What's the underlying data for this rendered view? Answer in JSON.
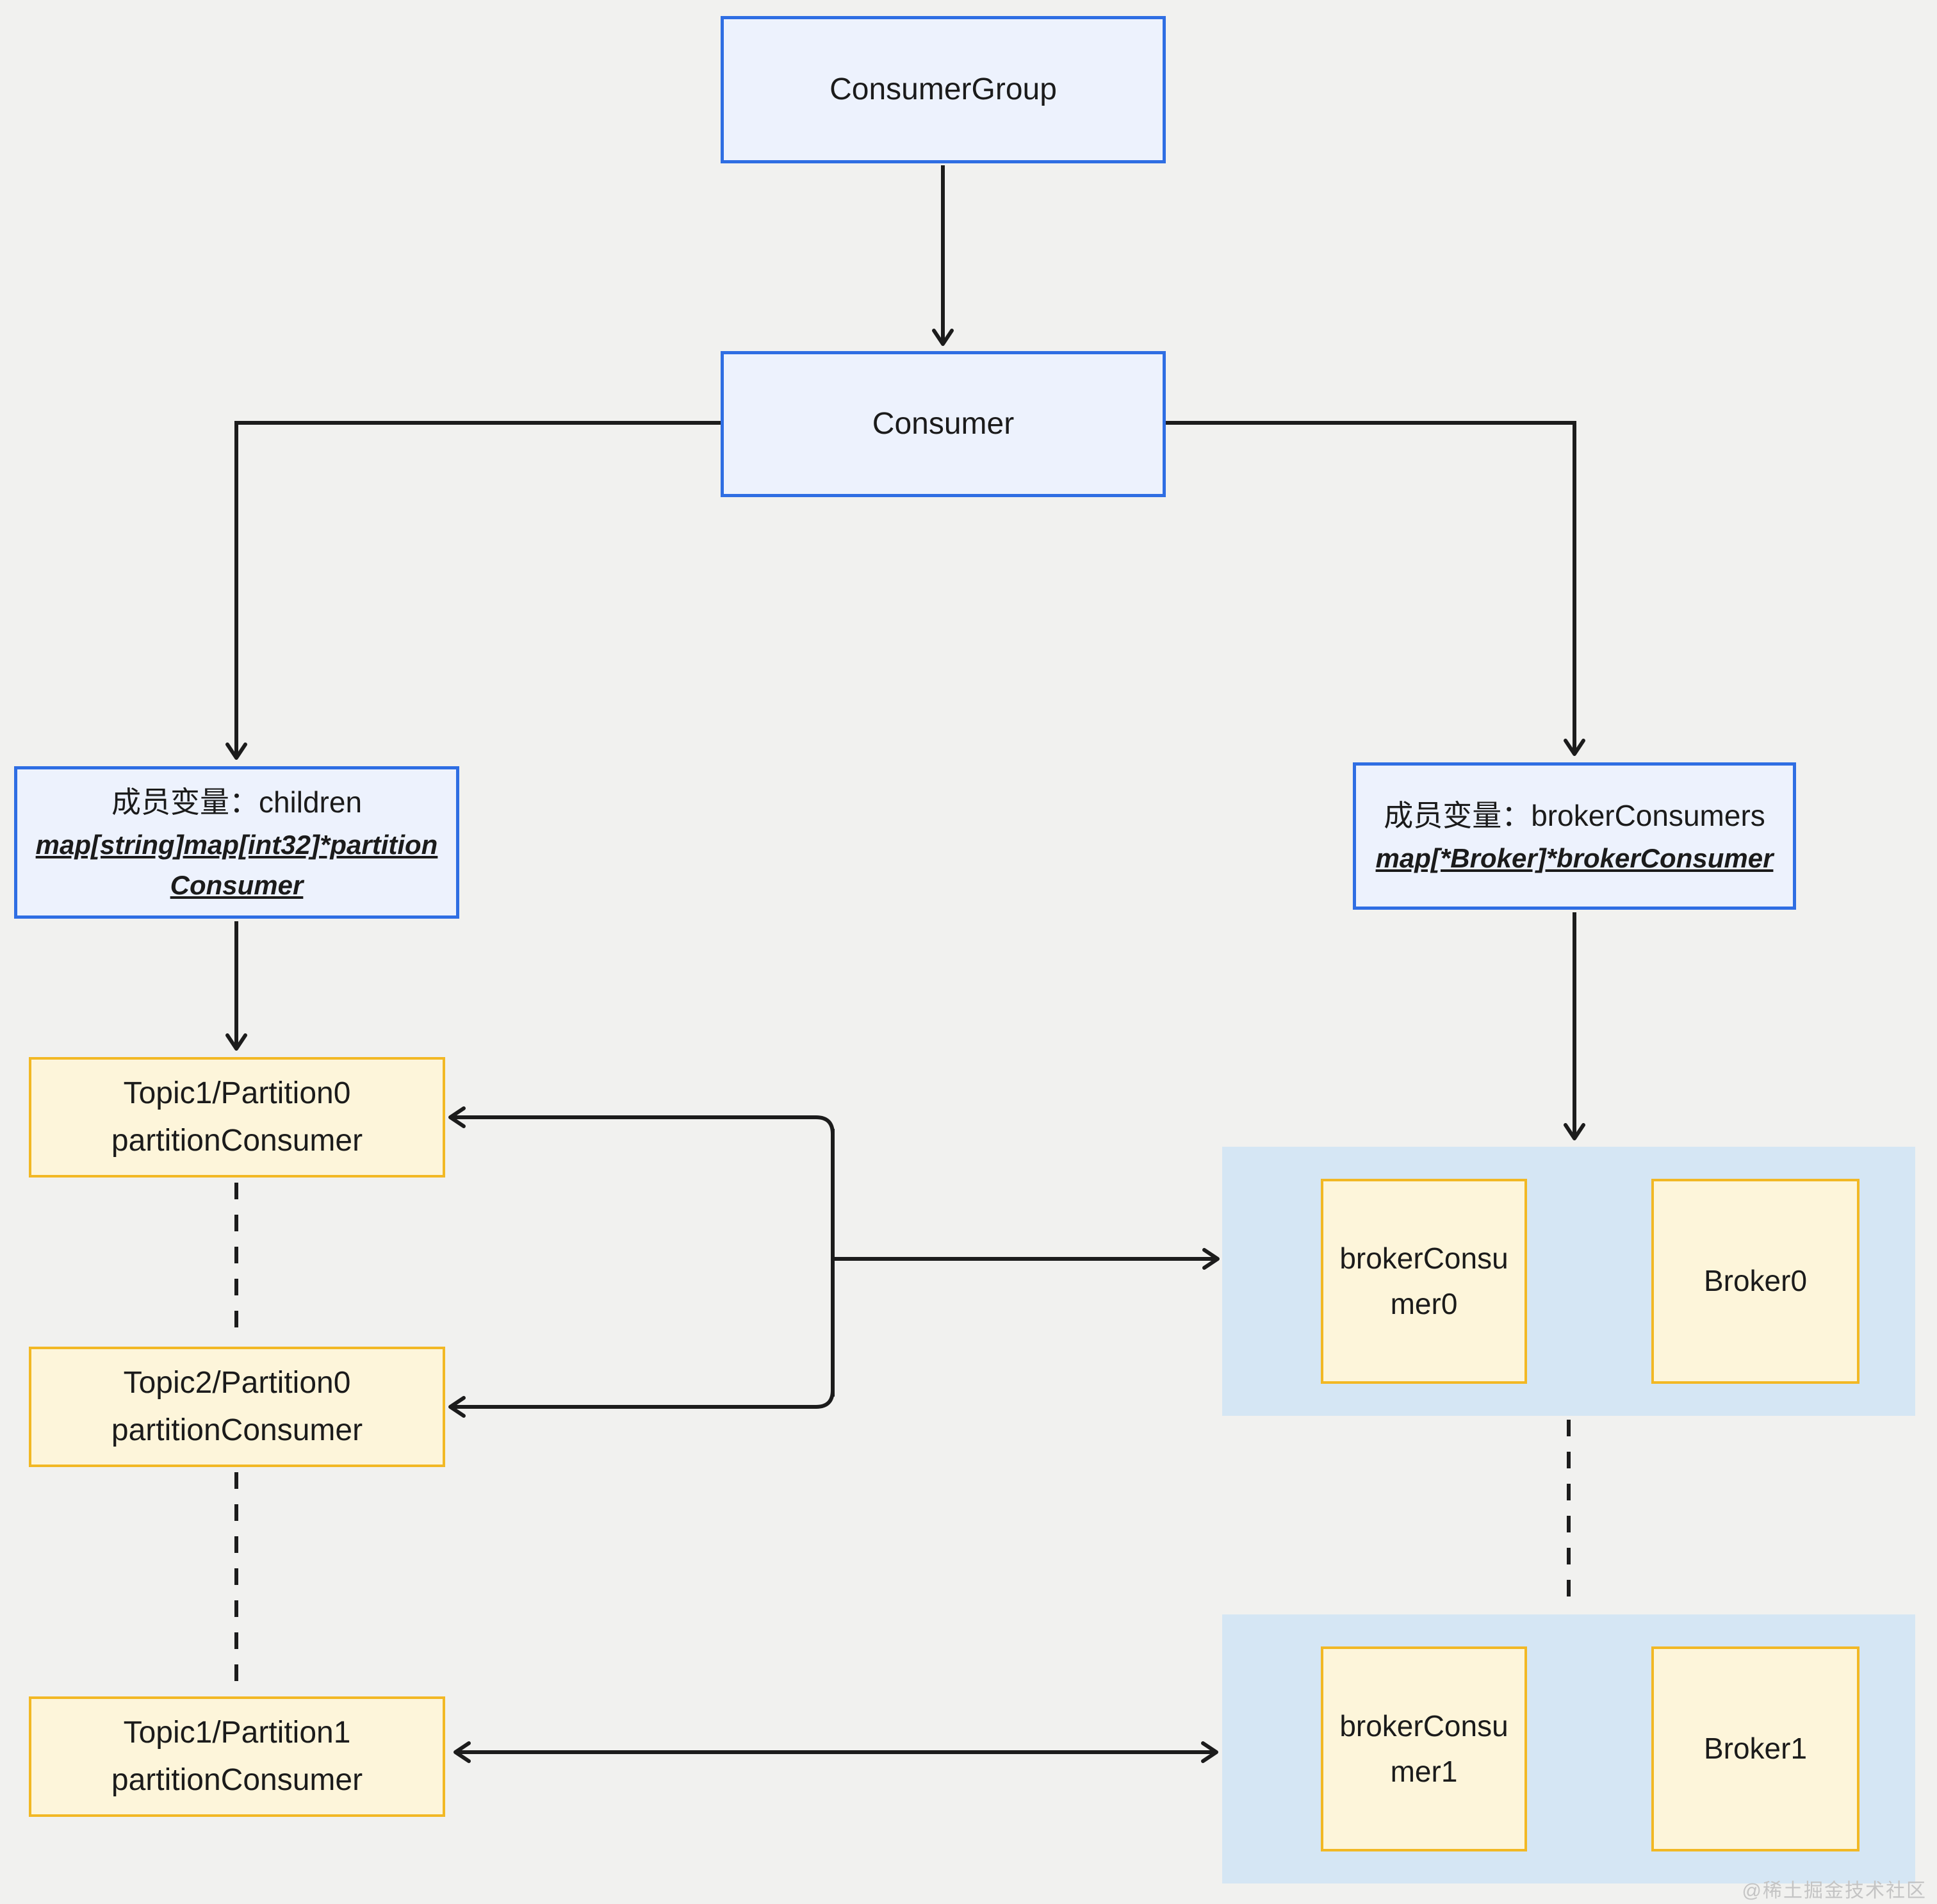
{
  "colors": {
    "background": "#f1f1ef",
    "blue_border": "#2f6ee3",
    "blue_fill": "#edf2fd",
    "yellow_border": "#f2b824",
    "yellow_fill": "#fdf5da",
    "container_fill": "#d5e6f4",
    "line": "#1c1c1c",
    "watermark_color": "#c4c4c4"
  },
  "watermark": "@稀土掘金技术社区",
  "nodes": {
    "consumer_group": {
      "label": "ConsumerGroup"
    },
    "consumer": {
      "label": "Consumer"
    },
    "member_children": {
      "title": "成员变量：children",
      "type_lines": [
        "map[string]map[int32]*partition",
        "Consumer"
      ]
    },
    "member_broker_consumers": {
      "title": "成员变量：brokerConsumers",
      "type_lines": [
        "map[*Broker]*brokerConsumer"
      ]
    },
    "topic1_partition0": {
      "line1": "Topic1/Partition0",
      "line2": "partitionConsumer"
    },
    "topic2_partition0": {
      "line1": "Topic2/Partition0",
      "line2": "partitionConsumer"
    },
    "topic1_partition1": {
      "line1": "Topic1/Partition1",
      "line2": "partitionConsumer"
    },
    "broker_group0": {
      "broker_consumer": {
        "line1": "brokerConsu",
        "line2": "mer0"
      },
      "broker": {
        "label": "Broker0"
      }
    },
    "broker_group1": {
      "broker_consumer": {
        "line1": "brokerConsu",
        "line2": "mer1"
      },
      "broker": {
        "label": "Broker1"
      }
    }
  }
}
